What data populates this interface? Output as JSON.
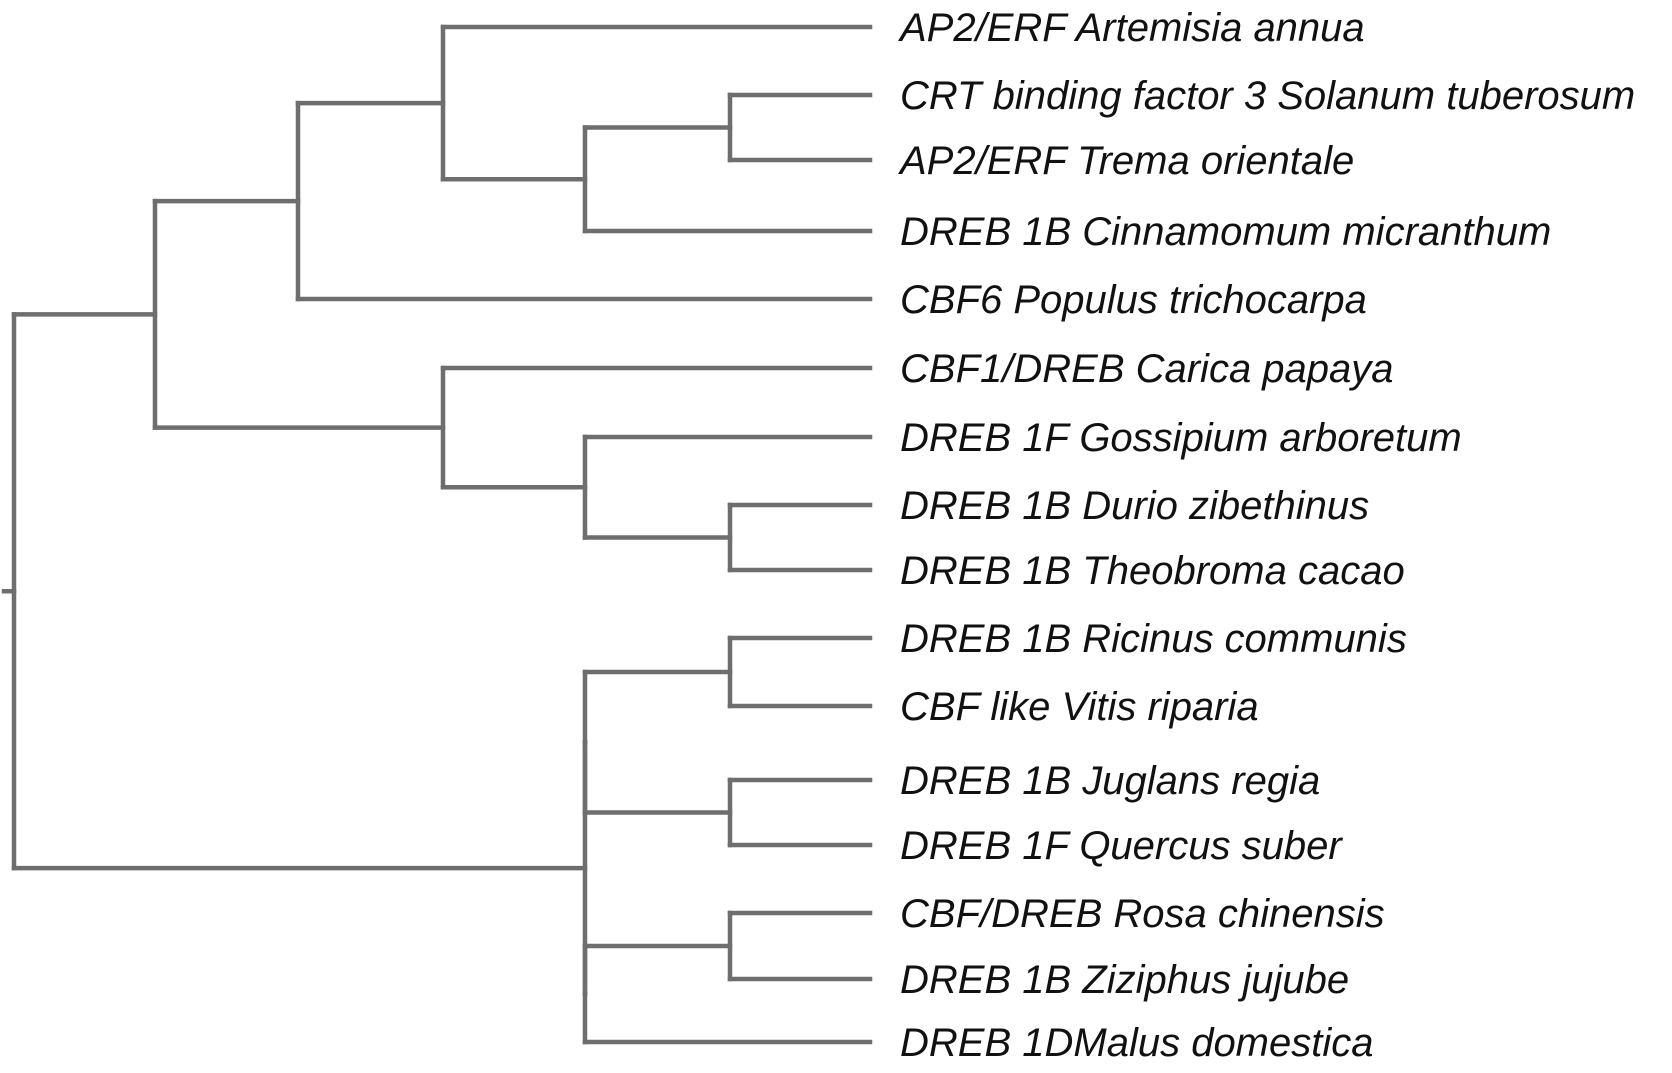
{
  "tree": {
    "leaves": [
      {
        "id": "L1",
        "label": "AP2/ERF Artemisia annua"
      },
      {
        "id": "L2",
        "label": "CRT binding factor 3 Solanum tuberosum"
      },
      {
        "id": "L3",
        "label": "AP2/ERF Trema orientale"
      },
      {
        "id": "L4",
        "label": "DREB 1B Cinnamomum micranthum"
      },
      {
        "id": "L5",
        "label": "CBF6 Populus trichocarpa"
      },
      {
        "id": "L6",
        "label": "CBF1/DREB Carica papaya"
      },
      {
        "id": "L7",
        "label": "DREB 1F Gossipium arboretum"
      },
      {
        "id": "L8",
        "label": "DREB 1B Durio zibethinus"
      },
      {
        "id": "L9",
        "label": "DREB 1B Theobroma cacao"
      },
      {
        "id": "L10",
        "label": "DREB 1B Ricinus communis"
      },
      {
        "id": "L11",
        "label": "CBF like Vitis riparia"
      },
      {
        "id": "L12",
        "label": "DREB 1B Juglans regia"
      },
      {
        "id": "L13",
        "label": "DREB 1F Quercus suber"
      },
      {
        "id": "L14",
        "label": "CBF/DREB Rosa chinensis"
      },
      {
        "id": "L15",
        "label": "DREB 1B Ziziphus jujube"
      },
      {
        "id": "L16",
        "label": "DREB 1DMalus domestica"
      }
    ],
    "clades": [
      {
        "id": "C_L2_L3",
        "children": [
          "L2",
          "L3"
        ]
      },
      {
        "id": "C_L2_L4",
        "children": [
          "C_L2_L3",
          "L4"
        ]
      },
      {
        "id": "C_L1_L4",
        "children": [
          "L1",
          "C_L2_L4"
        ]
      },
      {
        "id": "C_L1_L5",
        "children": [
          "C_L1_L4",
          "L5"
        ]
      },
      {
        "id": "C_L8_L9",
        "children": [
          "L8",
          "L9"
        ]
      },
      {
        "id": "C_L7_L9",
        "children": [
          "L7",
          "C_L8_L9"
        ]
      },
      {
        "id": "C_L6_L9",
        "children": [
          "L6",
          "C_L7_L9"
        ]
      },
      {
        "id": "C_L1_L9",
        "children": [
          "C_L1_L5",
          "C_L6_L9"
        ]
      },
      {
        "id": "C_L10_L11",
        "children": [
          "L10",
          "L11"
        ]
      },
      {
        "id": "C_L12_L13",
        "children": [
          "L12",
          "L13"
        ]
      },
      {
        "id": "C_L10_L13",
        "children": [
          "C_L10_L11",
          "C_L12_L13"
        ]
      },
      {
        "id": "C_L14_L15",
        "children": [
          "L14",
          "L15"
        ]
      },
      {
        "id": "C_L14_L16",
        "children": [
          "C_L14_L15",
          "L16"
        ]
      },
      {
        "id": "C_L10_L16",
        "children": [
          "C_L10_L13",
          "C_L14_L16"
        ]
      },
      {
        "id": "ROOT",
        "children": [
          "C_L1_L9",
          "C_L10_L16"
        ]
      }
    ]
  }
}
